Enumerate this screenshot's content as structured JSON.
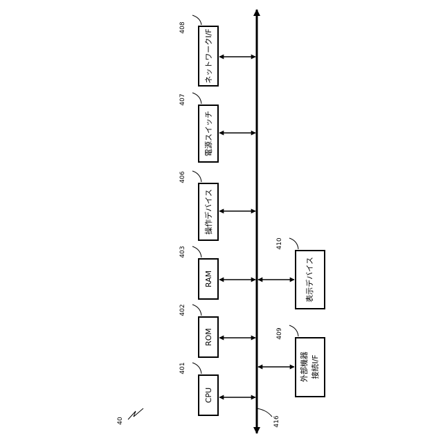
{
  "figure": {
    "label": "40",
    "bus_ref": "416"
  },
  "blocks": [
    {
      "ref": "401",
      "label": "CPU",
      "lines": [
        "CPU"
      ]
    },
    {
      "ref": "402",
      "label": "ROM",
      "lines": [
        "ROM"
      ]
    },
    {
      "ref": "403",
      "label": "RAM",
      "lines": [
        "RAM"
      ]
    },
    {
      "ref": "406",
      "label": "操作デバイス",
      "lines": [
        "操作デバイス"
      ]
    },
    {
      "ref": "407",
      "label": "電源スイッチ",
      "lines": [
        "電源スイッチ"
      ]
    },
    {
      "ref": "408",
      "label": "ネットワークI/F",
      "lines": [
        "ネットワークI/F"
      ]
    },
    {
      "ref": "409",
      "label": "外部機器接続I/F",
      "lines": [
        "外部機器",
        "接続I/F"
      ]
    },
    {
      "ref": "410",
      "label": "表示デバイス",
      "lines": [
        "表示デバイス"
      ]
    }
  ]
}
